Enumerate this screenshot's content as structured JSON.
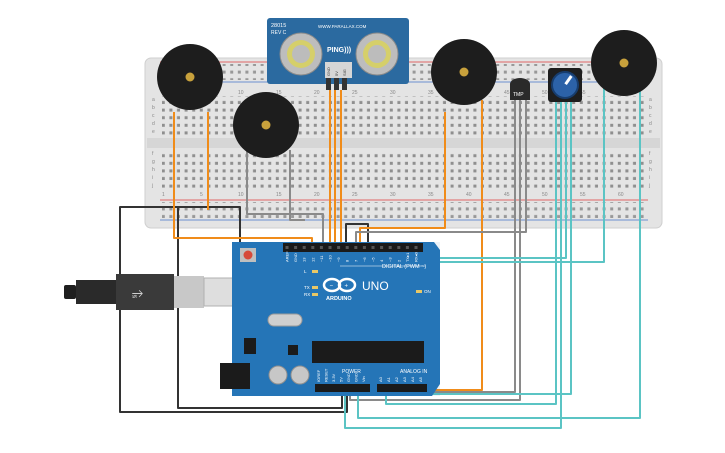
{
  "sensor": {
    "model": "28015",
    "revision": "REV C",
    "url": "WWW.PARALLAX.COM",
    "name": "PING)))",
    "pin_labels": [
      "GND",
      "5V",
      "SIG"
    ]
  },
  "breadboard": {
    "row_letters_top": [
      "a",
      "b",
      "c",
      "d",
      "e"
    ],
    "row_letters_bottom": [
      "f",
      "g",
      "h",
      "i",
      "j"
    ],
    "column_numbers": [
      "1",
      "5",
      "10",
      "15",
      "20",
      "25",
      "30",
      "35",
      "40",
      "45",
      "50",
      "55",
      "60"
    ]
  },
  "temp_sensor": {
    "label": "TMP"
  },
  "arduino": {
    "brand": "ARDUINO",
    "model": "UNO",
    "digital_label": "DIGITAL (PWM ~)",
    "power_label": "POWER",
    "analog_label": "ANALOG IN",
    "on_label": "ON",
    "led_labels": [
      "L",
      "TX",
      "RX"
    ],
    "digital_pins": [
      "AREF",
      "GND",
      "13",
      "12",
      "~11",
      "~10",
      "~9",
      "8",
      "7",
      "~6",
      "~5",
      "4",
      "~3",
      "2",
      "TX▸1",
      "RX◂0"
    ],
    "power_pins": [
      "IOREF",
      "RESET",
      "3.3V",
      "5V",
      "GND",
      "GND",
      "Vin"
    ],
    "analog_pins": [
      "A0",
      "A1",
      "A2",
      "A3",
      "A4",
      "A5"
    ]
  }
}
